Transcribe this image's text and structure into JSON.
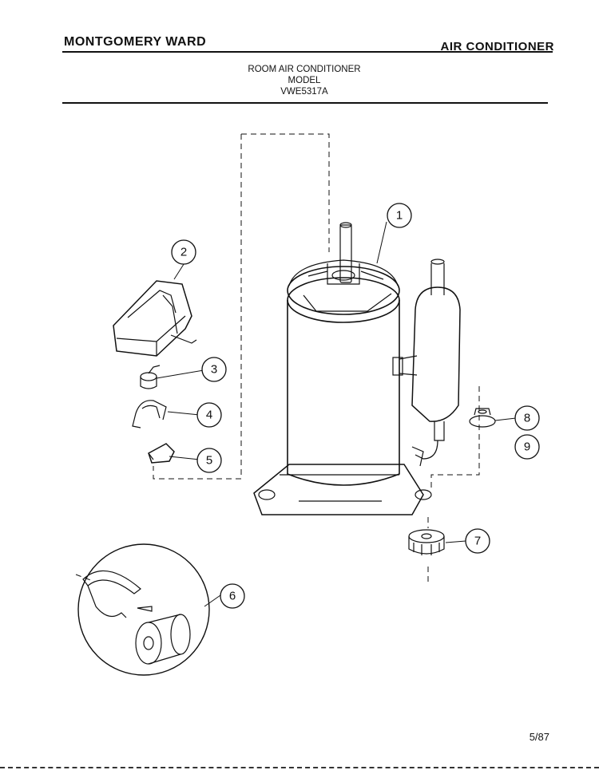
{
  "header": {
    "brand": "MONTGOMERY WARD",
    "category": "AIR CONDITIONER"
  },
  "subtitle": {
    "line1": "ROOM AIR CONDITIONER",
    "line2": "MODEL",
    "line3": "VWE5317A"
  },
  "callouts": [
    "1",
    "2",
    "3",
    "4",
    "5",
    "6",
    "7",
    "8",
    "9"
  ],
  "footer": {
    "date_code": "5/87"
  }
}
